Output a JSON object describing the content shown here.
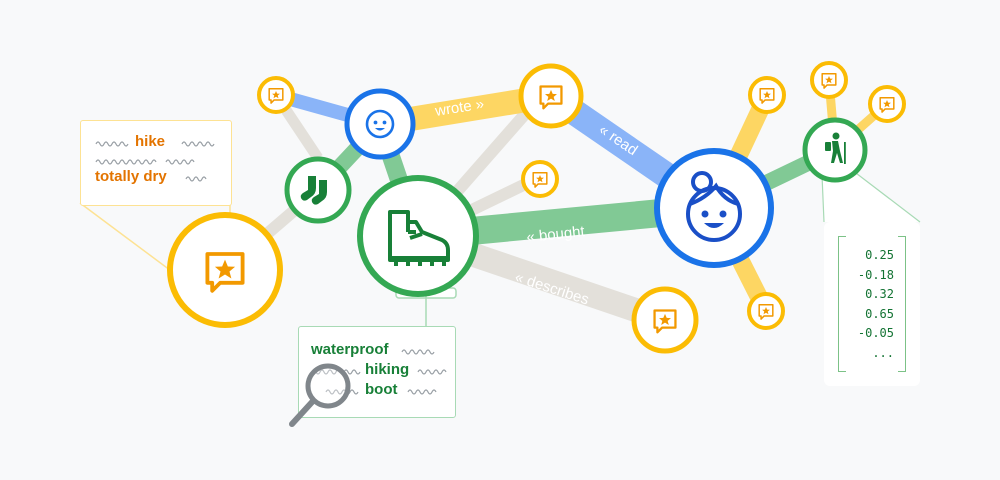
{
  "edge_labels": {
    "wrote": "wrote »",
    "read": "« read",
    "bought": "« bought",
    "describes": "« describes"
  },
  "review_snippet": {
    "line1": "hike",
    "line2": "totally dry"
  },
  "search_query": {
    "word1": "waterproof",
    "word2": "hiking",
    "word3": "boot"
  },
  "embedding_vector": [
    "0.25",
    "-0.18",
    "0.32",
    "0.65",
    "-0.05",
    "..."
  ],
  "colors": {
    "yellow": "#fbbc04",
    "green": "#34a853",
    "blue": "#1a73e8",
    "gray": "#dadce0",
    "orange": "#e37400"
  },
  "icons": {
    "review": "star-chat-bubble-icon",
    "user": "smiling-face-icon",
    "product": "hiking-boot-icon",
    "socks": "socks-icon",
    "hiker": "hiker-icon",
    "search": "magnifier-icon"
  }
}
